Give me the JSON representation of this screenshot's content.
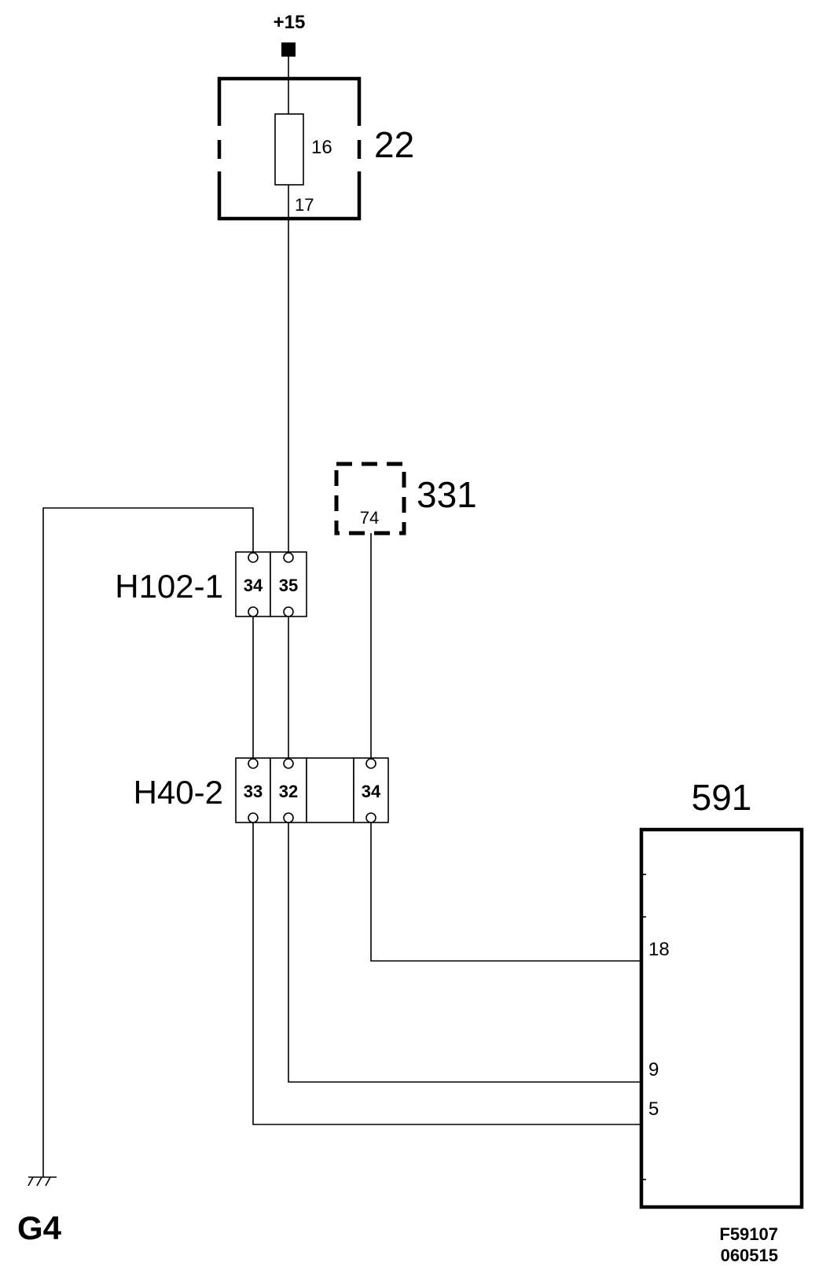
{
  "supply": {
    "label": "+15"
  },
  "fuse_box": {
    "id": "22",
    "fuse_pin": "16",
    "out_pin": "17"
  },
  "unit_331": {
    "id": "331",
    "pin": "74"
  },
  "connector_h102": {
    "id": "H102-1",
    "pins": [
      "34",
      "35"
    ]
  },
  "connector_h40": {
    "id": "H40-2",
    "pins": [
      "33",
      "32",
      "34"
    ]
  },
  "module_591": {
    "id": "591",
    "pins": [
      "18",
      "9",
      "5"
    ]
  },
  "ground": {
    "id": "G4"
  },
  "footer": {
    "figure": "F59107",
    "date": "060515"
  }
}
